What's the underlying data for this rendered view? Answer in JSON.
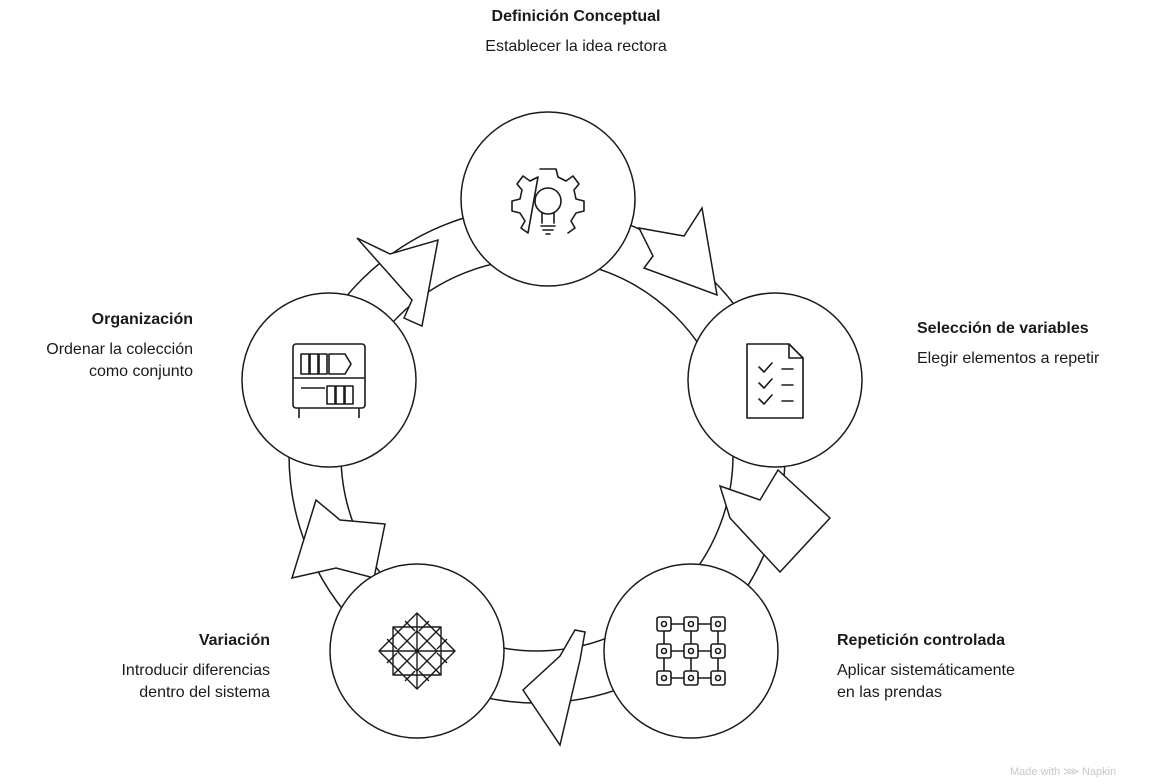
{
  "nodes": [
    {
      "id": "definicion",
      "title": "Definición Conceptual",
      "lines": [
        "Establecer la idea rectora"
      ],
      "icon": "gear-lightbulb-icon"
    },
    {
      "id": "seleccion",
      "title": "Selección de variables",
      "lines": [
        "Elegir elementos a repetir"
      ],
      "icon": "checklist-document-icon"
    },
    {
      "id": "repeticion",
      "title": "Repetición controlada",
      "lines": [
        "Aplicar sistemáticamente",
        "en las prendas"
      ],
      "icon": "grid-network-icon"
    },
    {
      "id": "variacion",
      "title": "Variación",
      "lines": [
        "Introducir diferencias",
        "dentro del sistema"
      ],
      "icon": "kaleidoscope-pattern-icon"
    },
    {
      "id": "organizacion",
      "title": "Organización",
      "lines": [
        "Ordenar la colección",
        "como conjunto"
      ],
      "icon": "bookshelf-icon"
    }
  ],
  "watermark": "Made with ⋙ Napkin",
  "colors": {
    "stroke": "#1a1a1a",
    "fill": "#ffffff",
    "text": "#1a1a1a",
    "watermark": "#c8c8c8"
  }
}
